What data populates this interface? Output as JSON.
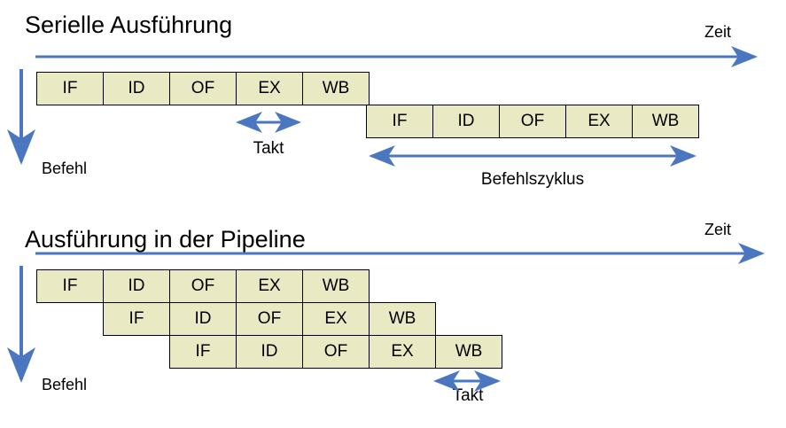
{
  "colors": {
    "stage_fill": "#E9E9C4",
    "stage_border": "#000000",
    "arrow_blue": "#4A77C0",
    "text": "#000000",
    "background": "#FFFFFF"
  },
  "sections": [
    {
      "id": "serial",
      "title": "Serielle Ausführung",
      "time_axis_label": "Zeit",
      "instruction_axis_label": "Befehl",
      "rows": [
        {
          "name": "instruction-1",
          "cells": [
            "IF",
            "ID",
            "OF",
            "EX",
            "WB"
          ]
        },
        {
          "name": "instruction-2",
          "cells": [
            "IF",
            "ID",
            "OF",
            "EX",
            "WB"
          ]
        }
      ],
      "measures": [
        {
          "name": "takt",
          "label": "Takt"
        },
        {
          "name": "befehlszyklus",
          "label": "Befehlszyklus"
        }
      ]
    },
    {
      "id": "pipeline",
      "title": "Ausführung in der Pipeline",
      "time_axis_label": "Zeit",
      "instruction_axis_label": "Befehl",
      "rows": [
        {
          "name": "instruction-1",
          "cells": [
            "IF",
            "ID",
            "OF",
            "EX",
            "WB"
          ]
        },
        {
          "name": "instruction-2",
          "cells": [
            "IF",
            "ID",
            "OF",
            "EX",
            "WB"
          ]
        },
        {
          "name": "instruction-3",
          "cells": [
            "IF",
            "ID",
            "OF",
            "EX",
            "WB"
          ]
        }
      ],
      "measures": [
        {
          "name": "takt",
          "label": "Takt"
        }
      ]
    }
  ]
}
